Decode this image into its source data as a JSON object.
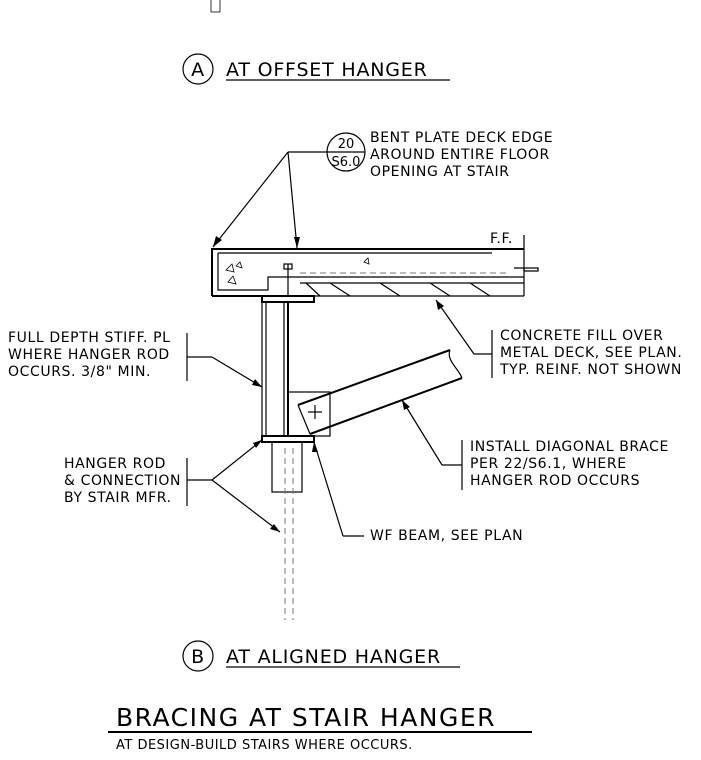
{
  "detail_a": {
    "tag": "A",
    "title": "AT OFFSET HANGER"
  },
  "detail_b": {
    "tag": "B",
    "title": "AT ALIGNED HANGER"
  },
  "section_ref": {
    "number": "20",
    "sheet": "S6.0"
  },
  "notes": {
    "bent_plate": [
      "BENT PLATE DECK EDGE",
      "AROUND ENTIRE FLOOR",
      "OPENING AT STAIR"
    ],
    "ff": "F.F.",
    "concrete": [
      "CONCRETE FILL OVER",
      "METAL DECK, SEE PLAN.",
      "TYP. REINF. NOT SHOWN"
    ],
    "stiffener": [
      "FULL DEPTH STIFF. PL",
      "WHERE HANGER ROD",
      "OCCURS. 3/8\" MIN."
    ],
    "brace": [
      "INSTALL DIAGONAL BRACE",
      "PER 22/S6.1, WHERE",
      "HANGER ROD OCCURS"
    ],
    "hanger_rod": [
      "HANGER ROD",
      "& CONNECTION",
      "BY STAIR MFR."
    ],
    "wf_beam": "WF BEAM, SEE PLAN"
  },
  "main_title": "BRACING AT STAIR HANGER",
  "sub_title": "AT DESIGN-BUILD STAIRS WHERE OCCURS."
}
